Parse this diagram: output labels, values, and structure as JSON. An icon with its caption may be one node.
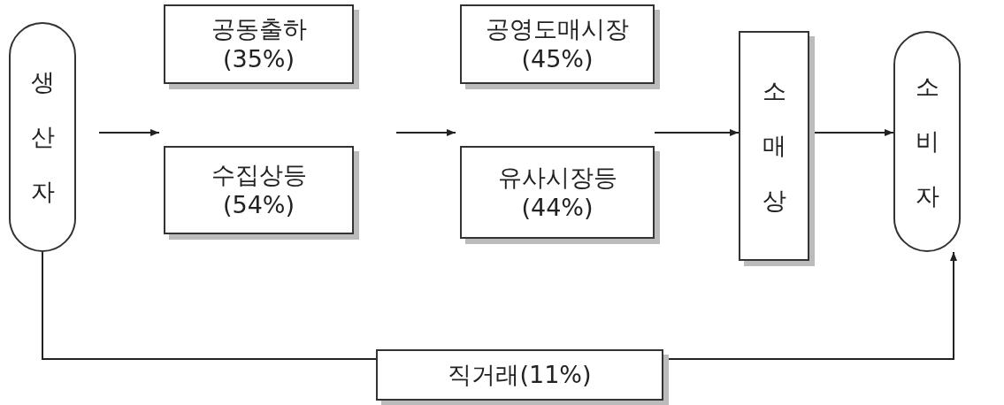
{
  "diagram": {
    "nodes": [
      {
        "text": [
          "생산자"
        ]
      },
      {
        "text": [
          "공동출하 (35%)"
        ]
      },
      {
        "text": [
          "수집상등 (54%)"
        ]
      },
      {
        "text": [
          "공영도매시장 (45%)"
        ]
      },
      {
        "text": [
          "유사시장등 (44%)"
        ]
      },
      {
        "text": [
          "소매상"
        ]
      },
      {
        "text": [
          "소비자"
        ]
      },
      {
        "text": [
          "직거래(11%)"
        ]
      }
    ],
    "edges": [
      {
        "from": null,
        "to": 5,
        "arrow": "to"
      },
      {
        "from": 5,
        "to": 6,
        "arrow": "to"
      },
      {
        "from": 0,
        "to": 7,
        "arrow": "none"
      },
      {
        "from": 7,
        "to": 6,
        "arrow": "to"
      }
    ]
  }
}
